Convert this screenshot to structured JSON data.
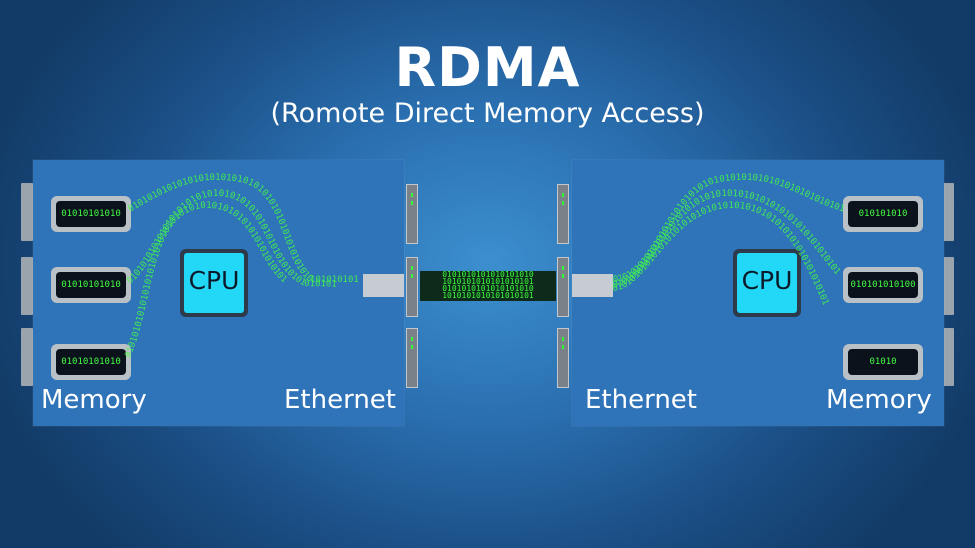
{
  "title": "RDMA",
  "subtitle": "(Romote Direct Memory Access)",
  "left": {
    "memory_label": "Memory",
    "ethernet_label": "Ethernet",
    "cpu_label": "CPU",
    "memory_modules": [
      "01010101010",
      "01010101010",
      "01010101010"
    ]
  },
  "right": {
    "memory_label": "Memory",
    "ethernet_label": "Ethernet",
    "cpu_label": "CPU",
    "memory_modules": [
      "010101010",
      "010101010100",
      "01010"
    ]
  },
  "cable_bits": [
    "0101010101010101010",
    "1010101010101010101",
    "0101010101010101010",
    "1010101010101010101"
  ],
  "stream_bits": "010101010101010101010101010101010101010101010101010101",
  "colors": {
    "bits": "#43ff43",
    "cpu": "#23d7f7",
    "panel": "#2f73b8"
  }
}
